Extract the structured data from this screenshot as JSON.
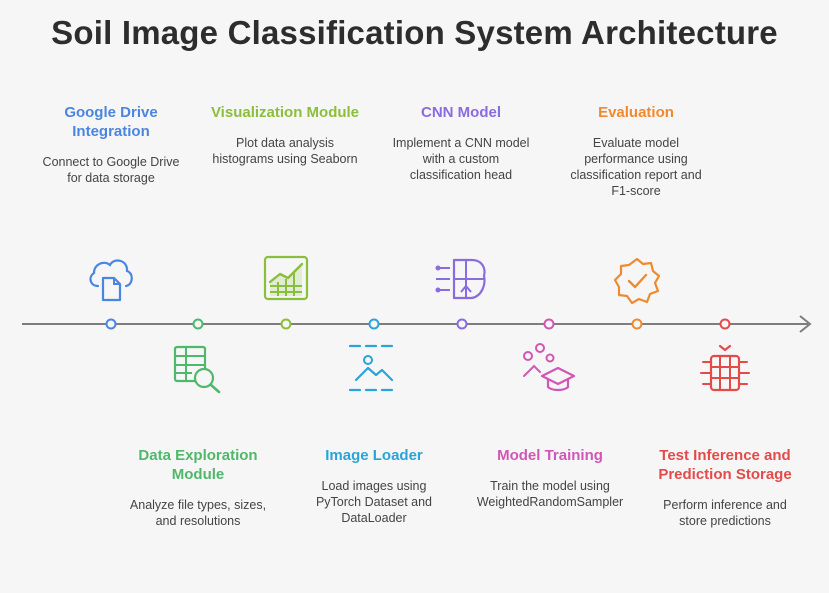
{
  "title": "Soil Image Classification System Architecture",
  "colors": {
    "timeline": "#7d7d7d",
    "blue": "#4a86e0",
    "green": "#8bbf3b",
    "teal_green": "#4fb86a",
    "cyan": "#2aa4d8",
    "purple": "#8a6be0",
    "pink": "#d057b5",
    "orange": "#ef8a2e",
    "red": "#e34b4b"
  },
  "steps": [
    {
      "heading": "Google Drive Integration",
      "description": "Connect to Google Drive for data storage",
      "color": "#4a86e0",
      "icon": "cloud-document-icon"
    },
    {
      "heading": "Data Exploration Module",
      "description": "Analyze file types, sizes, and resolutions",
      "color": "#4fb86a",
      "icon": "table-search-icon"
    },
    {
      "heading": "Visualization Module",
      "description": "Plot data analysis histograms using Seaborn",
      "color": "#8bbf3b",
      "icon": "chart-grid-icon"
    },
    {
      "heading": "Image Loader",
      "description": "Load images using PyTorch Dataset and DataLoader",
      "color": "#2aa4d8",
      "icon": "image-loader-icon"
    },
    {
      "heading": "CNN Model",
      "description": "Implement a CNN model with a custom classification head",
      "color": "#8a6be0",
      "icon": "brain-circuit-icon"
    },
    {
      "heading": "Model Training",
      "description": "Train the model using WeightedRandomSampler",
      "color": "#d057b5",
      "icon": "graduation-cap-icon"
    },
    {
      "heading": "Evaluation",
      "description": "Evaluate model performance using classification report and F1-score",
      "color": "#ef8a2e",
      "icon": "badge-check-icon"
    },
    {
      "heading": "Test Inference and Prediction Storage",
      "description": "Perform inference and store predictions",
      "color": "#e34b4b",
      "icon": "database-icon"
    }
  ]
}
